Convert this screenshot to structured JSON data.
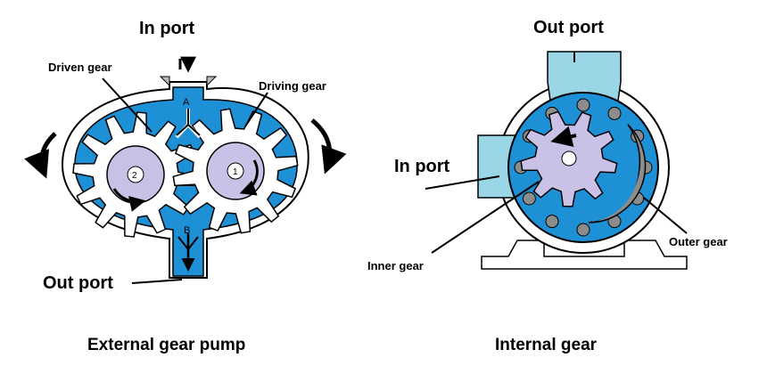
{
  "external": {
    "in_port": "In port",
    "out_port": "Out port",
    "driven_gear": "Driven gear",
    "driving_gear": "Driving gear",
    "marker_a": "A",
    "marker_b": "B",
    "gear_num_left": "2",
    "gear_num_right": "1",
    "caption": "External gear pump"
  },
  "internal": {
    "out_port": "Out port",
    "in_port": "In port",
    "inner_gear": "Inner gear",
    "outer_gear": "Outer gear",
    "caption": "Internal gear"
  },
  "colors": {
    "fluid_blue": "#1e90d6",
    "light_blue": "#9ad6e6",
    "gear_white": "#ffffff",
    "hub_lavender": "#c9c2e6",
    "grey_fill": "#8c8c8c",
    "outline": "#000000"
  }
}
